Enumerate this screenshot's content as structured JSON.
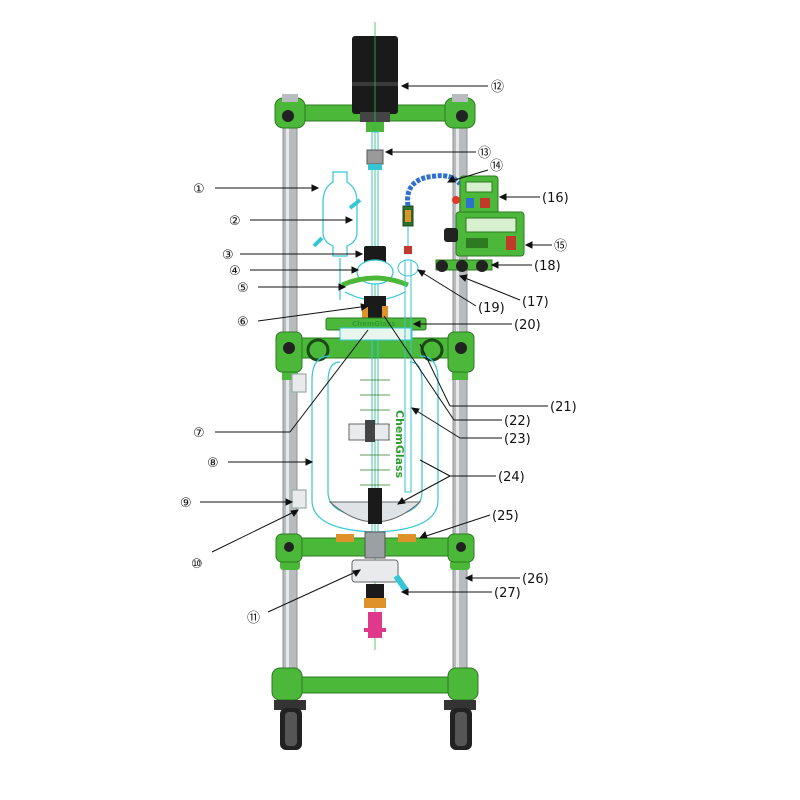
{
  "callouts": [
    {
      "id": 1,
      "text": "①"
    },
    {
      "id": 2,
      "text": "②"
    },
    {
      "id": 3,
      "text": "③"
    },
    {
      "id": 4,
      "text": "④"
    },
    {
      "id": 5,
      "text": "⑤"
    },
    {
      "id": 6,
      "text": "⑥"
    },
    {
      "id": 7,
      "text": "⑦"
    },
    {
      "id": 8,
      "text": "⑧"
    },
    {
      "id": 9,
      "text": "⑨"
    },
    {
      "id": 10,
      "text": "⑩"
    },
    {
      "id": 11,
      "text": "⑪"
    },
    {
      "id": 12,
      "text": "⑫"
    },
    {
      "id": 13,
      "text": "⑬"
    },
    {
      "id": 14,
      "text": "⑭"
    },
    {
      "id": 15,
      "text": "⑮"
    },
    {
      "id": 16,
      "text": "(16)"
    },
    {
      "id": 17,
      "text": "(17)"
    },
    {
      "id": 18,
      "text": "(18)"
    },
    {
      "id": 19,
      "text": "(19)"
    },
    {
      "id": 20,
      "text": "(20)"
    },
    {
      "id": 21,
      "text": "(21)"
    },
    {
      "id": 22,
      "text": "(22)"
    },
    {
      "id": 23,
      "text": "(23)"
    },
    {
      "id": 24,
      "text": "(24)"
    },
    {
      "id": 25,
      "text": "(25)"
    },
    {
      "id": 26,
      "text": "(26)"
    },
    {
      "id": 27,
      "text": "(27)"
    }
  ],
  "brand_text": "ChemGlass",
  "colors": {
    "frame_green": "#4cb83a",
    "frame_dark": "#2d7a22",
    "rod_grey": "#b9bcbf",
    "glass_cyan": "#35c6d6",
    "motor_black": "#1a1a1a",
    "hose_blue": "#2f6fd0",
    "drain_pink": "#e0388a",
    "valve_orange": "#e0922a",
    "arrow": "#111111"
  }
}
